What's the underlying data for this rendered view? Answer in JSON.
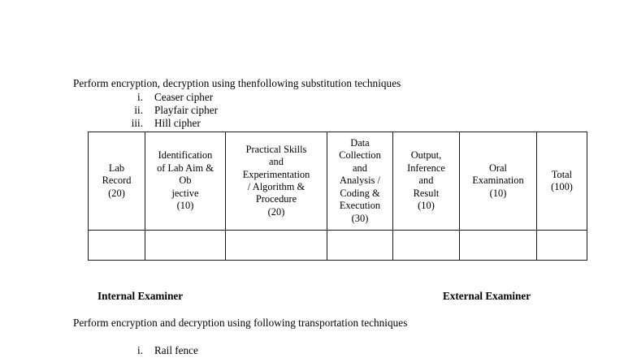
{
  "document": {
    "intro_paragraph_1": "Perform encryption, decryption using thenfollowing substitution techniques",
    "intro_paragraph_2": "Perform encryption and decryption using following transportation techniques",
    "substitution_techniques": [
      {
        "marker": "i.",
        "label": "Ceaser cipher"
      },
      {
        "marker": "ii.",
        "label": "Playfair cipher"
      },
      {
        "marker": "iii.",
        "label": "Hill cipher"
      }
    ],
    "transposition_techniques": [
      {
        "marker": "i.",
        "label": "Rail fence"
      }
    ],
    "signatures": {
      "internal": "Internal Examiner",
      "external": "External Examiner"
    },
    "marks_table": {
      "columns": [
        {
          "lines": [
            "Lab",
            "Record",
            "(20)"
          ],
          "title": "Lab Record",
          "max_marks": 20,
          "value": ""
        },
        {
          "lines": [
            "Identification",
            "of Lab Aim &",
            "Ob",
            "jective",
            "(10)"
          ],
          "title": "Identification of Lab Aim & Objective",
          "max_marks": 10,
          "value": ""
        },
        {
          "lines": [
            "Practical Skills",
            "and",
            "Experimentation",
            "/ Algorithm &",
            "Procedure",
            "(20)"
          ],
          "title": "Practical Skills and Experimentation / Algorithm & Procedure",
          "max_marks": 20,
          "value": ""
        },
        {
          "lines": [
            "Data",
            "Collection",
            "and",
            "Analysis /",
            "Coding &",
            "Execution",
            "(30)"
          ],
          "title": "Data Collection and Analysis / Coding & Execution",
          "max_marks": 30,
          "value": ""
        },
        {
          "lines": [
            "Output,",
            "Inference",
            "and",
            "Result",
            "(10)"
          ],
          "title": "Output, Inference and Result",
          "max_marks": 10,
          "value": ""
        },
        {
          "lines": [
            "Oral",
            "Examination",
            "(10)"
          ],
          "title": "Oral Examination",
          "max_marks": 10,
          "value": ""
        },
        {
          "lines": [
            "Total",
            "(100)"
          ],
          "title": "Total",
          "max_marks": 100,
          "value": ""
        }
      ]
    }
  },
  "colors": {
    "page_background": "#ffffff",
    "text": "#000000",
    "table_border": "#1a1a1a"
  }
}
